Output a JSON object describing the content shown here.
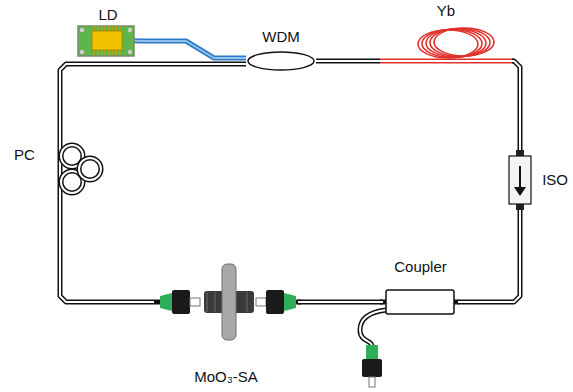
{
  "diagram": {
    "nodes": [
      {
        "text": [
          "LD"
        ]
      },
      {
        "text": [
          "WDM"
        ]
      },
      {
        "text": [
          "Yb"
        ]
      },
      {
        "text": [
          "PC"
        ]
      },
      {
        "text": [
          "ISO"
        ]
      },
      {
        "text": [
          "Coupler"
        ]
      },
      {
        "text": [
          "MoO₃-SA"
        ]
      }
    ],
    "edges": [
      {
        "from": 0,
        "to": 1,
        "arrow": "none"
      },
      {
        "from": 1,
        "to": 2,
        "arrow": "none"
      },
      {
        "from": 2,
        "to": 4,
        "arrow": "none"
      },
      {
        "from": 4,
        "to": 5,
        "arrow": "none"
      },
      {
        "from": 5,
        "to": 6,
        "arrow": "none"
      },
      {
        "from": 6,
        "to": 3,
        "arrow": "none"
      },
      {
        "from": 3,
        "to": 1,
        "arrow": "none"
      }
    ]
  }
}
